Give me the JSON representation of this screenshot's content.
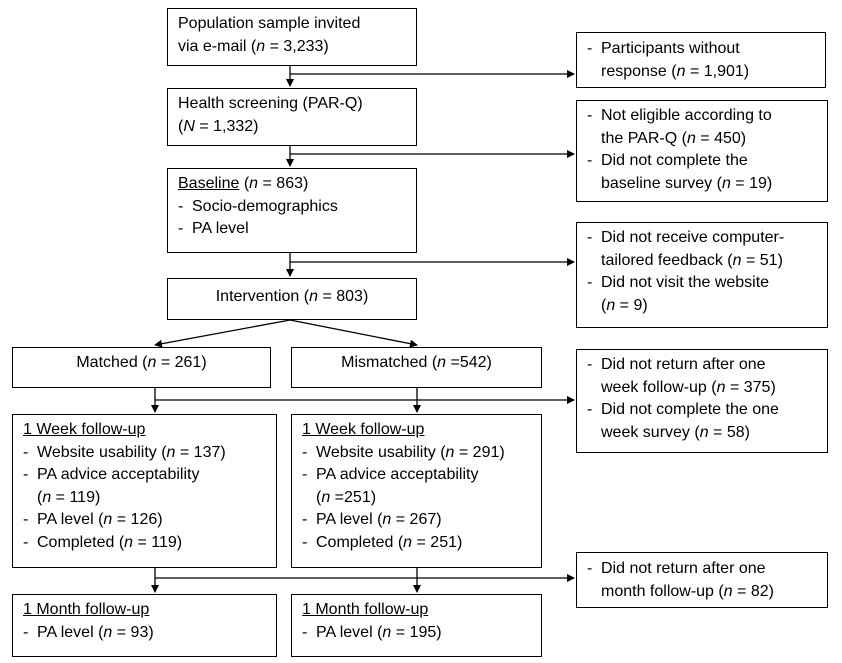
{
  "population": {
    "l1": "Population sample invited",
    "l2a": "via e-mail (",
    "n": "n",
    "l2b": " = 3,233)"
  },
  "screening": {
    "l1": "Health screening (PAR-Q)",
    "l2a": "(",
    "n": "N",
    "l2b": " = 1,332)"
  },
  "baseline": {
    "title": "Baseline",
    "ta": " (",
    "n": "n",
    "tb": " = 863)",
    "item1": "Socio-demographics",
    "item2": "PA level"
  },
  "intervention": {
    "a": "Intervention (",
    "n": "n",
    "b": " = 803)"
  },
  "matched": {
    "a": "Matched (",
    "n": "n",
    "b": " = 261)"
  },
  "mismatched": {
    "a": "Mismatched (",
    "n": "n",
    "b": " =542)"
  },
  "week_matched": {
    "title": "1 Week follow-up",
    "usability_a": "Website usability (",
    "usability_b": " =  137)",
    "advice_l1": "PA advice acceptability",
    "advice_a": "(",
    "advice_b": " = 119)",
    "level_a": "PA level (",
    "level_b": " = 126)",
    "completed_a": "Completed (",
    "completed_b": " = 119)",
    "n": "n"
  },
  "week_mismatched": {
    "title": "1 Week follow-up",
    "usability_a": "Website usability (",
    "usability_b": " = 291)",
    "advice_l1": "PA advice acceptability",
    "advice_a": "(",
    "advice_b": " =251)",
    "level_a": "PA level (",
    "level_b": " = 267)",
    "completed_a": "Completed (",
    "completed_b": " = 251)",
    "n": "n"
  },
  "month_matched": {
    "title": "1 Month follow-up",
    "a": "PA level (",
    "n": "n",
    "b": " = 93)"
  },
  "month_mismatched": {
    "title": "1 Month follow-up",
    "a": "PA level (",
    "n": "n",
    "b": " = 195)"
  },
  "excl_response": {
    "l1": "Participants without",
    "l2a": "response (",
    "n": "n",
    "l2b": " = 1,901)"
  },
  "excl_screening": {
    "i1_l1": "Not eligible according to",
    "i1_l2a": "the PAR-Q (",
    "i1_l2b": " = 450)",
    "i2_l1": "Did not complete the",
    "i2_l2a": "baseline survey (",
    "i2_l2b": " = 19)",
    "n": "n"
  },
  "excl_intervention": {
    "i1_l1": "Did not receive computer-",
    "i1_l2a": "tailored feedback (",
    "i1_l2b": " = 51)",
    "i2_l1": "Did not visit the website",
    "i2_l2a": "(",
    "i2_l2b": " = 9)",
    "n": "n"
  },
  "excl_week": {
    "i1_l1": "Did not return after one",
    "i1_l2a": "week follow-up (",
    "i1_l2b": " = 375)",
    "i2_l1": "Did not complete the one",
    "i2_l2a": "week survey (",
    "i2_l2b": " = 58)",
    "n": "n"
  },
  "excl_month": {
    "l1": "Did not return after one",
    "l2a": "month follow-up (",
    "n": "n",
    "l2b": " = 82)"
  },
  "bullet": "-"
}
